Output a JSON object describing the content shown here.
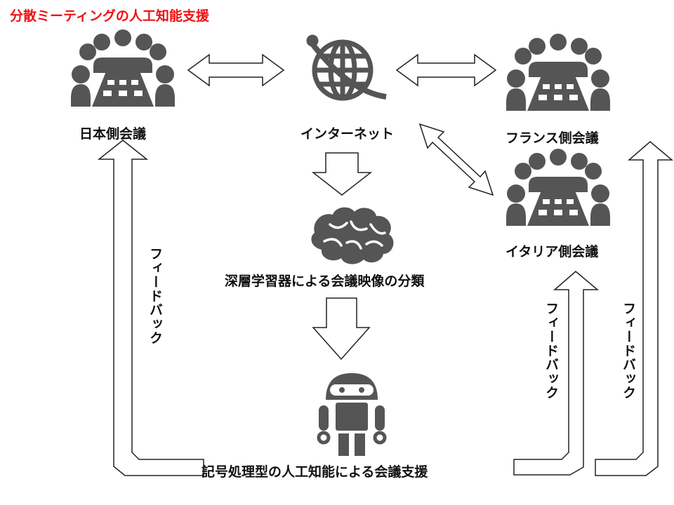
{
  "title": "分散ミーティングの人工知能支援",
  "nodes": {
    "japan": "日本側会議",
    "internet": "インターネット",
    "france": "フランス側会議",
    "italy": "イタリア側会議",
    "classifier": "深層学習器による会議映像の分類",
    "support": "記号処理型の人工知能による会議支援"
  },
  "feedback": {
    "left": "フィードバック",
    "middle": "フィードバック",
    "right": "フィードバック"
  },
  "icons": {
    "meeting": "meeting-people-icon",
    "globe": "globe-network-icon",
    "robot": "robot-icon"
  },
  "colors": {
    "title": "#ee1111",
    "icon": "#555555",
    "arrow_stroke": "#222222",
    "arrow_fill": "#ffffff"
  }
}
